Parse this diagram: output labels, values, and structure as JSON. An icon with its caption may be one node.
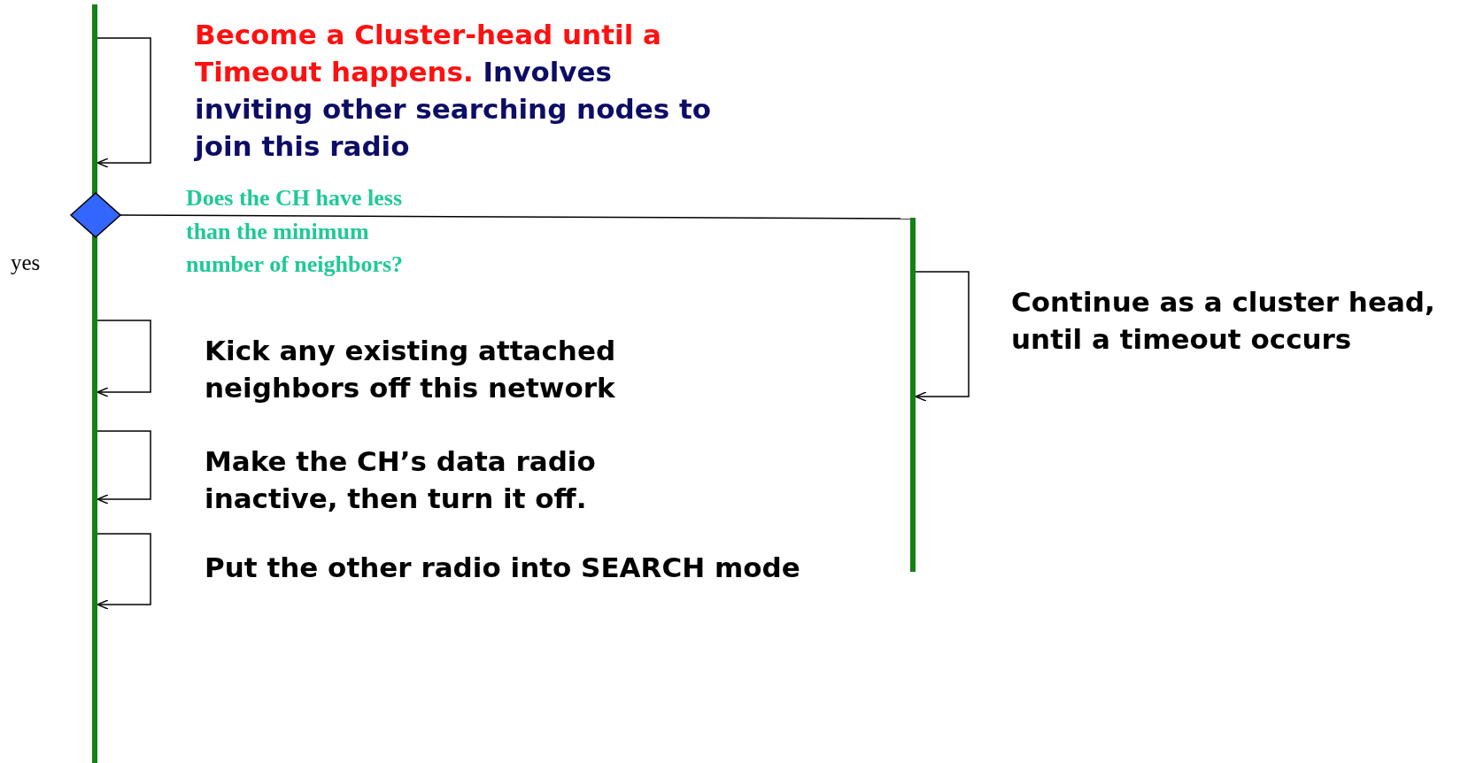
{
  "diagram": {
    "nodes": [
      {
        "text": [],
        "shape": "bar"
      },
      {
        "text": [],
        "shape": "diamond",
        "beside": [
          "Does the CH have less than the minimum number of neighbors?"
        ]
      },
      {
        "text": [],
        "shape": "bar"
      }
    ],
    "edges": [
      {
        "from": 0,
        "to": 0,
        "arrow": "to",
        "label": "Become a Cluster-head until a Timeout happens. Involves inviting other searching nodes to join this radio"
      },
      {
        "from": 1,
        "to": 2,
        "arrow": "none"
      },
      {
        "from": 0,
        "to": 0,
        "arrow": "to",
        "label": "Kick any existing attached neighbors off this network"
      },
      {
        "from": 0,
        "to": 0,
        "arrow": "to",
        "label": "Make the CH’s data radio inactive, then turn it off."
      },
      {
        "from": 0,
        "to": 0,
        "arrow": "to",
        "label": "Put the other radio into SEARCH mode"
      },
      {
        "from": 2,
        "to": 2,
        "arrow": "to",
        "label": "Continue as a cluster head, until a timeout occurs"
      }
    ],
    "labels": [
      "yes"
    ]
  }
}
